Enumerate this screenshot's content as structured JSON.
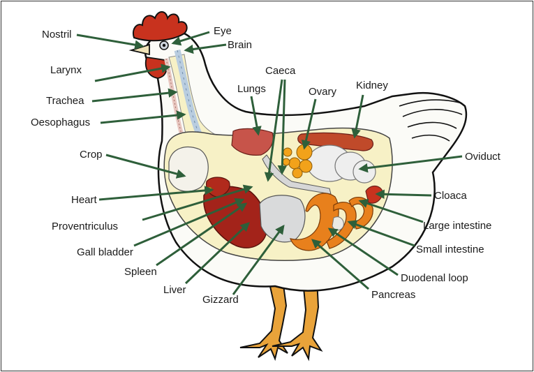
{
  "colors": {
    "leader": "#2e5f3a",
    "body_outline": "#111111",
    "body_fill": "#fbfbf7",
    "cavity": "#f7f1c6",
    "comb": "#c8321e",
    "liver": "#a3231a",
    "intestine": "#e8801c",
    "feet": "#e9a33a",
    "ovary": "#f2a21a",
    "lung": "#c7544a",
    "kidney": "#c04a2a",
    "spine": "#b9cde0",
    "gizzard": "#d9dadb"
  },
  "labels": {
    "nostril": "Nostril",
    "eye": "Eye",
    "brain": "Brain",
    "larynx": "Larynx",
    "trachea": "Trachea",
    "oesophagus": "Oesophagus",
    "caeca": "Caeca",
    "lungs": "Lungs",
    "ovary": "Ovary",
    "kidney": "Kidney",
    "crop": "Crop",
    "oviduct": "Oviduct",
    "heart": "Heart",
    "cloaca": "Cloaca",
    "proventriculus": "Proventriculus",
    "large_intestine": "Large intestine",
    "gall_bladder": "Gall bladder",
    "small_intestine": "Small intestine",
    "spleen": "Spleen",
    "duodenal_loop": "Duodenal loop",
    "liver": "Liver",
    "pancreas": "Pancreas",
    "gizzard": "Gizzard"
  }
}
